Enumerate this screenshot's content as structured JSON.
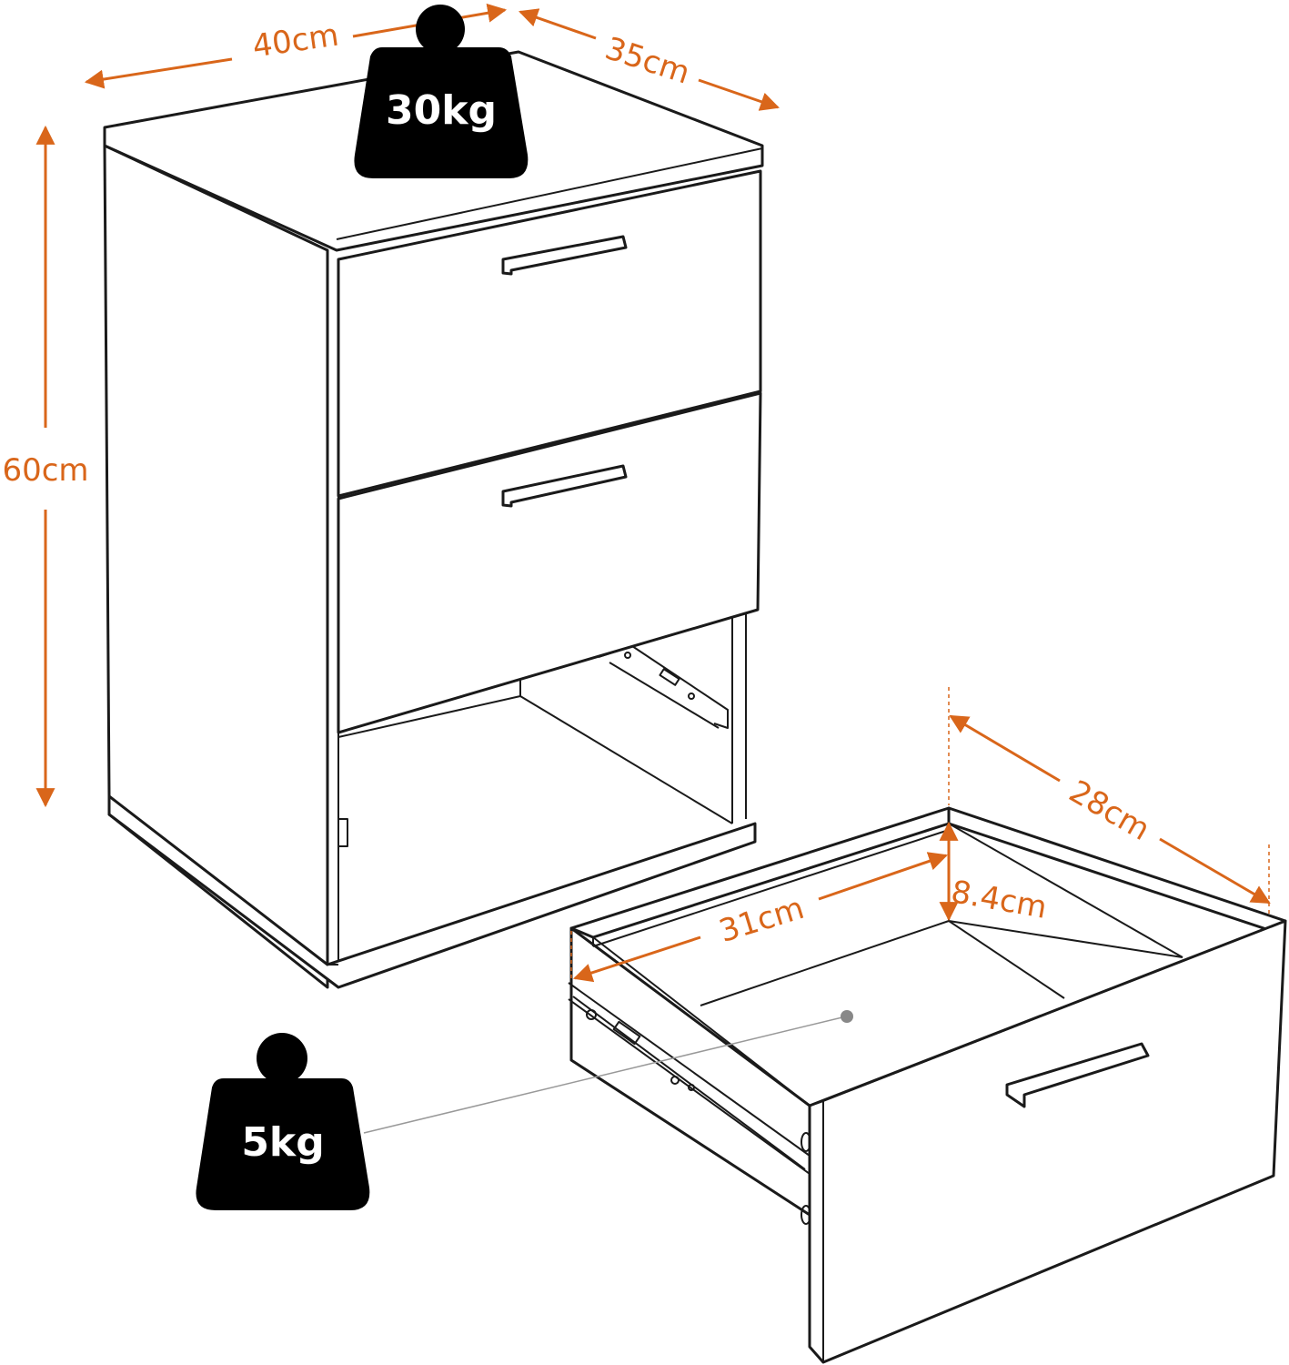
{
  "colors": {
    "dimension": "#d9661a",
    "outline": "#1a1a1a",
    "weight_fill": "#000000",
    "leader": "#999999"
  },
  "dimensions": {
    "width": "40cm",
    "depth": "35cm",
    "height": "60cm",
    "drawer_depth": "28cm",
    "drawer_width": "31cm",
    "drawer_height": "8.4cm"
  },
  "weights": {
    "top_load": "30kg",
    "drawer_load": "5kg"
  },
  "icons": [
    "weight-icon",
    "drawer-handle-icon",
    "drawer-slide-rail-icon"
  ]
}
